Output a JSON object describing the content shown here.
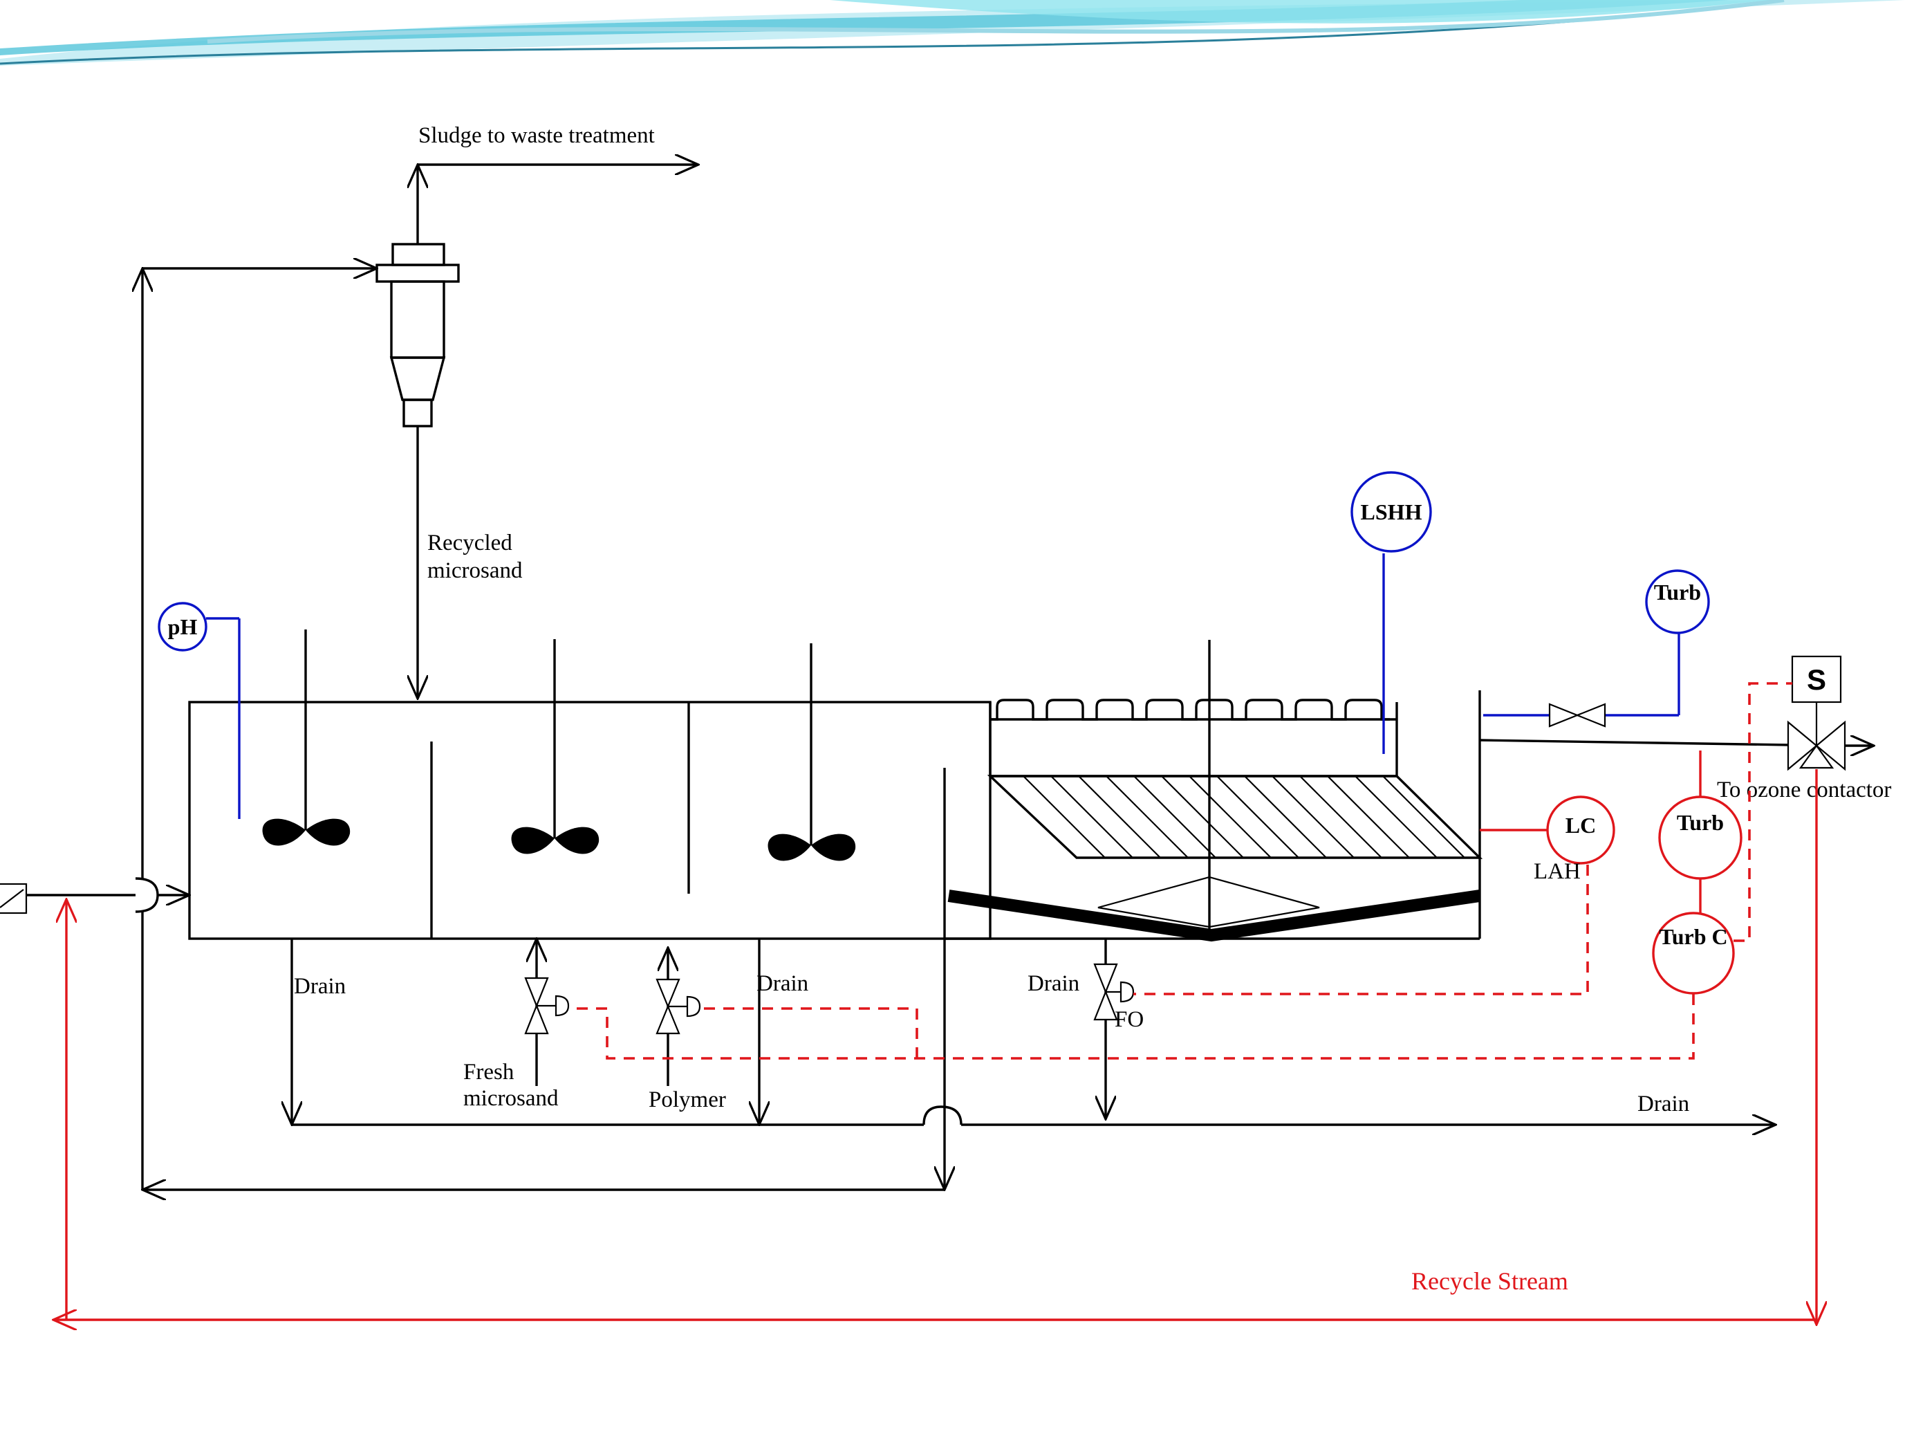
{
  "labels": {
    "sludge": "Sludge to waste treatment",
    "recycled_1": "Recycled",
    "recycled_2": "microsand",
    "drain_1": "Drain",
    "drain_2": "Drain",
    "drain_3": "Drain",
    "drain_4": "Drain",
    "fresh_1": "Fresh",
    "fresh_2": "microsand",
    "polymer": "Polymer",
    "fo": "FO",
    "lah": "LAH",
    "ozone": "To ozone contactor",
    "recycle_stream": "Recycle Stream"
  },
  "instruments": {
    "ph": "pH",
    "lshh": "LSHH",
    "turb_top": "Turb",
    "lc": "LC",
    "turb_mid": "Turb",
    "turb_c": "Turb C",
    "s": "S"
  },
  "colors": {
    "process": "#000000",
    "signal_blue": "#0a14c8",
    "signal_red": "#e0161b",
    "header_teal": "#5ec8dc"
  }
}
